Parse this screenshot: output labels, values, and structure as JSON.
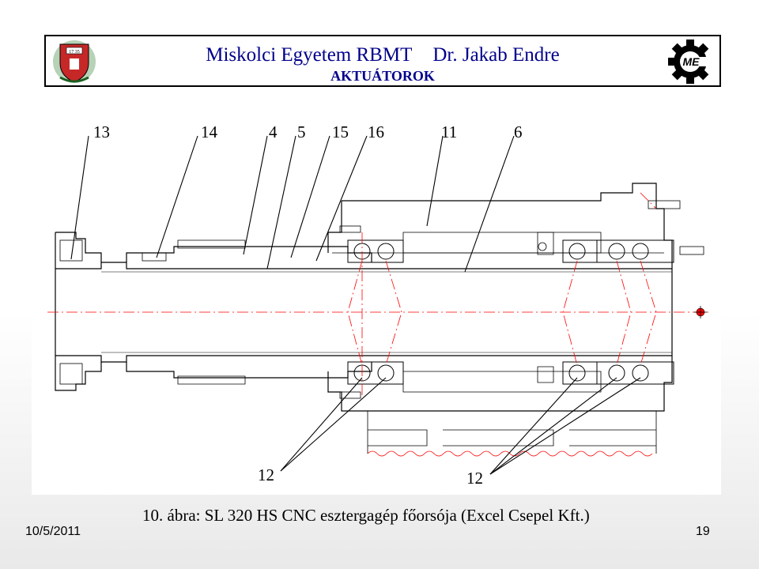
{
  "header": {
    "title_university": "Miskolci Egyetem RBMT",
    "title_author": "Dr. Jakab Endre",
    "subtitle": "AKTUÁTOROK",
    "logo_left": {
      "icon": "university-crest-icon",
      "text": "17 35"
    },
    "logo_right": {
      "icon": "gear-me-logo-icon",
      "text": "ME"
    }
  },
  "figure": {
    "callouts_top": [
      "13",
      "14",
      "4",
      "5",
      "15",
      "16",
      "11",
      "6"
    ],
    "callouts_bottom": [
      "12",
      "12"
    ],
    "caption": "10. ábra: SL 320 HS CNC esztergagép főorsója (Excel Csepel Kft.)"
  },
  "footer": {
    "date": "10/5/2011",
    "page_number": "19"
  },
  "colors": {
    "title": "#00008b",
    "centerline": "#ff0000",
    "drawing": "#000000"
  }
}
